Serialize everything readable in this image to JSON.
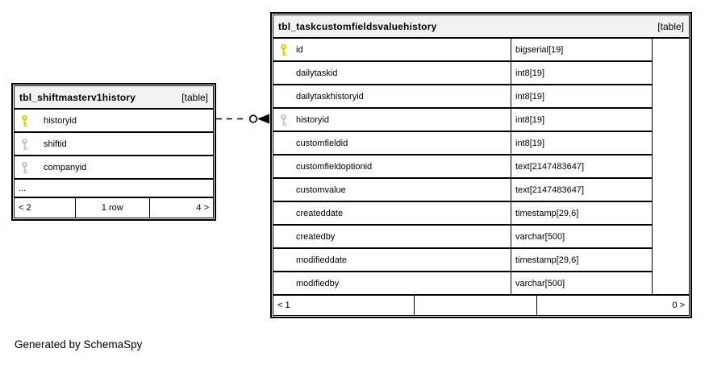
{
  "colors": {
    "primary_key": "#d2d200",
    "foreign_key": "#c4c4c4",
    "header_bg": "#f2f2f2",
    "border": "#000000"
  },
  "footer_note": "Generated by SchemaSpy",
  "tables": {
    "shiftmaster": {
      "title": "tbl_shiftmasterv1history",
      "tag": "[table]",
      "rows": [
        {
          "name": "historyid",
          "key": "primary"
        },
        {
          "name": "shiftid",
          "key": "foreign"
        },
        {
          "name": "companyid",
          "key": "foreign"
        }
      ],
      "ellipsis": "...",
      "pager": {
        "left": "< 2",
        "center": "1 row",
        "right": "4 >"
      }
    },
    "taskcustomfields": {
      "title": "tbl_taskcustomfieldsvaluehistory",
      "tag": "[table]",
      "rows": [
        {
          "name": "id",
          "type": "bigserial[19]",
          "key": "primary"
        },
        {
          "name": "dailytaskid",
          "type": "int8[19]",
          "key": ""
        },
        {
          "name": "dailytaskhistoryid",
          "type": "int8[19]",
          "key": ""
        },
        {
          "name": "historyid",
          "type": "int8[19]",
          "key": "foreign"
        },
        {
          "name": "customfieldid",
          "type": "int8[19]",
          "key": ""
        },
        {
          "name": "customfieldoptionid",
          "type": "text[2147483647]",
          "key": ""
        },
        {
          "name": "customvalue",
          "type": "text[2147483647]",
          "key": ""
        },
        {
          "name": "createddate",
          "type": "timestamp[29,6]",
          "key": ""
        },
        {
          "name": "createdby",
          "type": "varchar[500]",
          "key": ""
        },
        {
          "name": "modifieddate",
          "type": "timestamp[29,6]",
          "key": ""
        },
        {
          "name": "modifiedby",
          "type": "varchar[500]",
          "key": ""
        }
      ],
      "pager": {
        "left": "< 1",
        "center": "",
        "right": "0 >"
      }
    }
  }
}
